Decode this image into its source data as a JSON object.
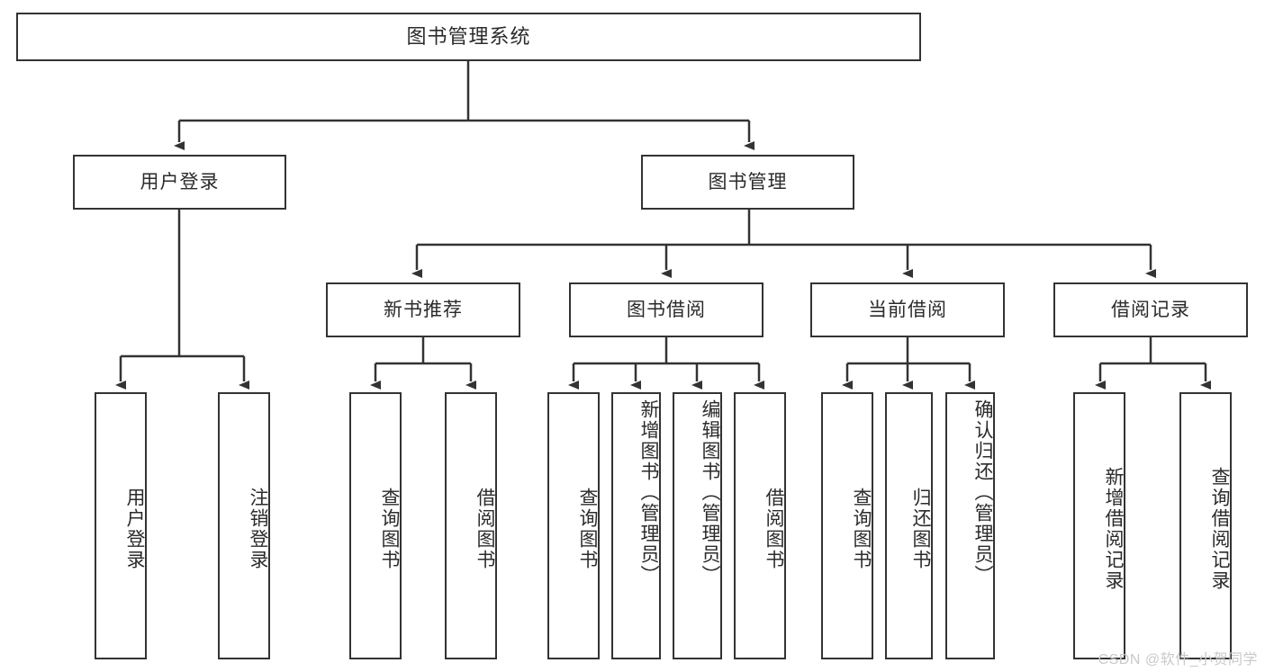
{
  "diagram": {
    "title": "图书管理系统",
    "root": {
      "label": "图书管理系统"
    },
    "level2": [
      {
        "label": "用户登录"
      },
      {
        "label": "图书管理"
      }
    ],
    "level3": [
      {
        "label": "新书推荐"
      },
      {
        "label": "图书借阅"
      },
      {
        "label": "当前借阅"
      },
      {
        "label": "借阅记录"
      }
    ],
    "leaves": {
      "user_login": [
        {
          "label": "用户登录"
        },
        {
          "label": "注销登录"
        }
      ],
      "new_book_recommend": [
        {
          "label": "查询图书"
        },
        {
          "label": "借阅图书"
        }
      ],
      "book_borrow": [
        {
          "label": "查询图书"
        },
        {
          "label": "新增图书（管理员）"
        },
        {
          "label": "编辑图书（管理员）"
        },
        {
          "label": "借阅图书"
        }
      ],
      "current_borrow": [
        {
          "label": "查询图书"
        },
        {
          "label": "归还图书"
        },
        {
          "label": "确认归还（管理员）"
        }
      ],
      "borrow_record": [
        {
          "label": "新增借阅记录"
        },
        {
          "label": "查询借阅记录"
        }
      ]
    }
  },
  "watermark": {
    "text": "CSDN @软件_小贺同学"
  },
  "colors": {
    "border": "#333333",
    "text": "#2b2b2b",
    "background": "#ffffff",
    "watermark": "#c9c9c9"
  }
}
